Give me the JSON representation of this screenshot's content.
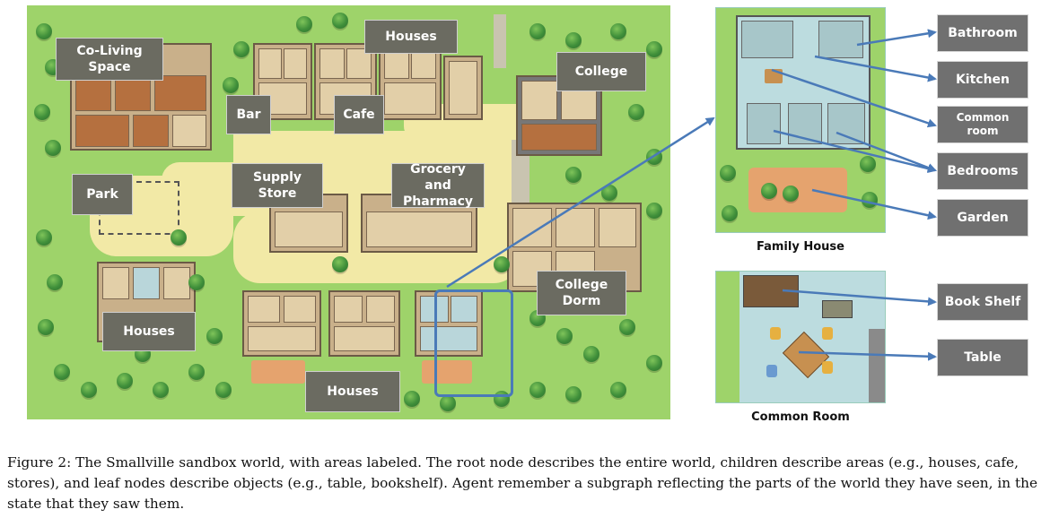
{
  "map_labels": {
    "co_living": "Co-Living\nSpace",
    "houses_top": "Houses",
    "college": "College",
    "bar": "Bar",
    "cafe": "Cafe",
    "park": "Park",
    "supply_store": "Supply\nStore",
    "grocery": "Grocery and\nPharmacy",
    "college_dorm": "College\nDorm",
    "houses_left": "Houses",
    "houses_bottom": "Houses"
  },
  "panels": {
    "family_house_title": "Family House",
    "common_room_title": "Common Room"
  },
  "nodes": {
    "bathroom": "Bathroom",
    "kitchen": "Kitchen",
    "common_room": "Common\nroom",
    "bedrooms": "Bedrooms",
    "garden": "Garden",
    "book_shelf": "Book Shelf",
    "table": "Table"
  },
  "caption": {
    "label": "Figure 2:",
    "text": " The Smallville sandbox world, with areas labeled. The root node describes the entire world, children describe areas (e.g., houses, cafe, stores), and leaf nodes describe objects (e.g., table, bookshelf). Agent remember a subgraph reflecting the parts of the world they have seen, in the state that they saw them."
  },
  "colors": {
    "grass": "#9ed36a",
    "label_bg": "#6b6b61",
    "node_bg": "#707070",
    "arrow": "#4a7ab8"
  }
}
